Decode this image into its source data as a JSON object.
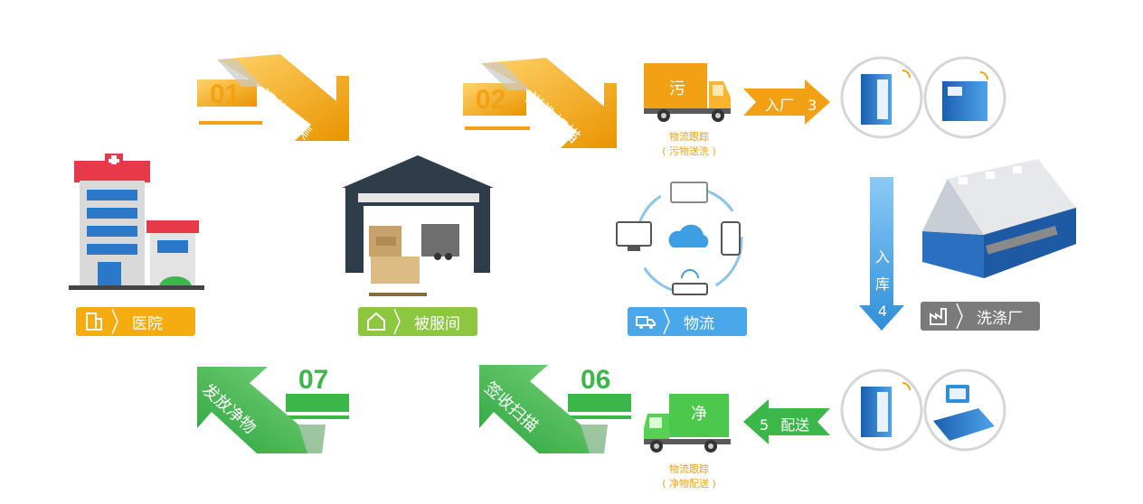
{
  "steps": {
    "s01": {
      "num": "01",
      "text": "污物收集"
    },
    "s02": {
      "num": "02",
      "text": "送洗扫描"
    },
    "s06": {
      "num": "06",
      "text": "签收扫描"
    },
    "s07": {
      "num": "07",
      "text": "发放净物"
    }
  },
  "arrows": {
    "in_factory": {
      "text": "入厂",
      "num": "3"
    },
    "store": {
      "c1": "入",
      "c2": "库",
      "num": "4"
    },
    "deliver": {
      "num": "5",
      "text": "配送"
    }
  },
  "trucks": {
    "dirty": {
      "char": "污",
      "caption1": "物流跟踪",
      "caption2": "( 污物送洗 )"
    },
    "clean": {
      "char": "净",
      "caption1": "物流跟踪",
      "caption2": "( 净物配送 )"
    }
  },
  "nodes": {
    "hospital": "医院",
    "linen_room": "被服间",
    "logistics": "物流",
    "laundry": "洗涤厂"
  },
  "colors": {
    "orange": "#f2a114",
    "green": "#3cb84a",
    "blue": "#3d9ee3",
    "gray": "#7b7b7b",
    "lime": "#8dc63f"
  }
}
